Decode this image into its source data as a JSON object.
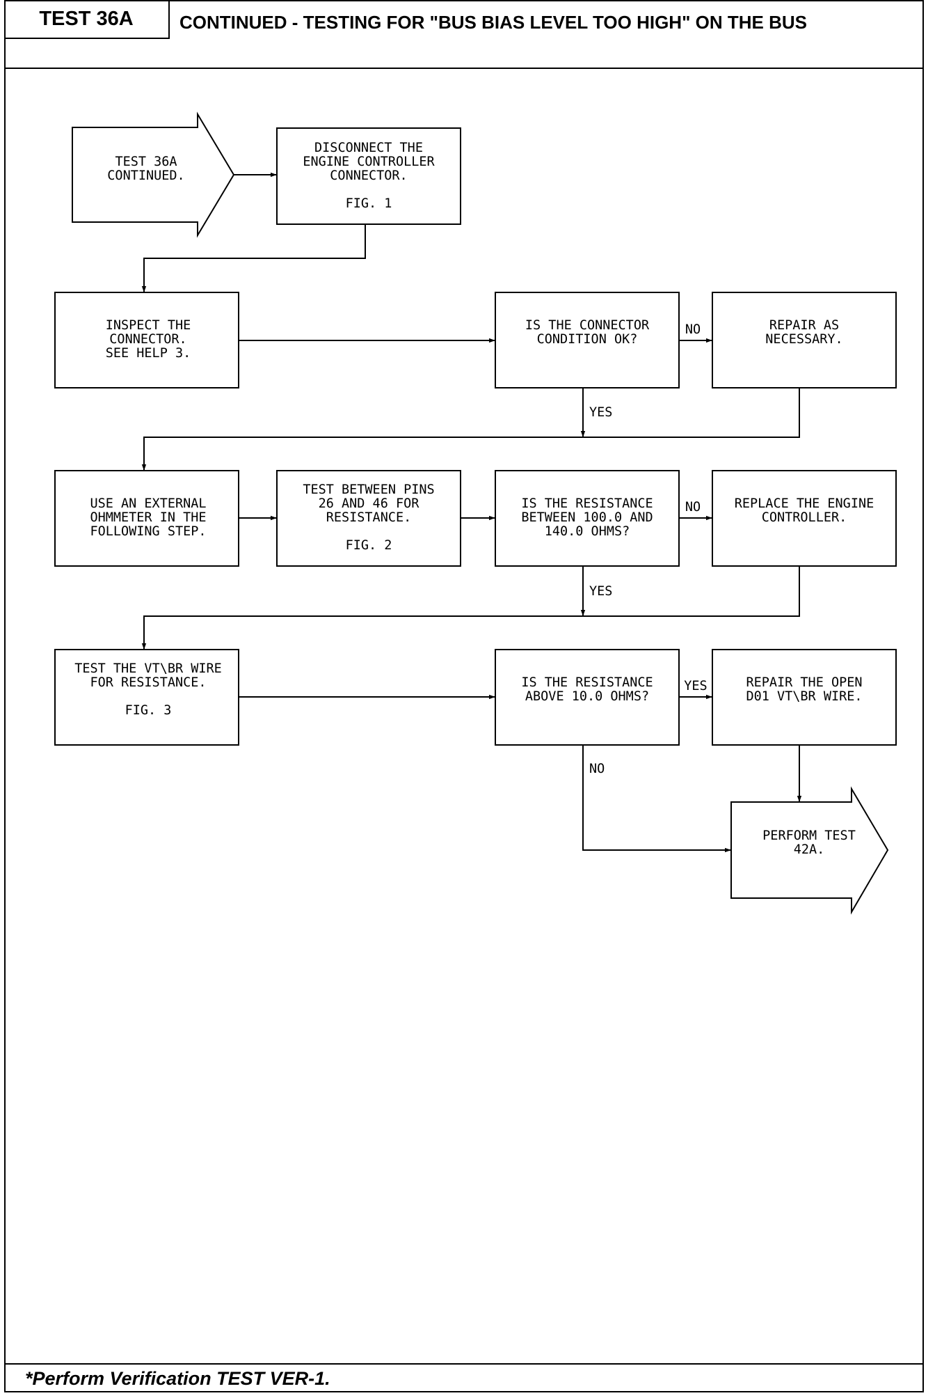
{
  "header": {
    "test_id": "TEST 36A",
    "title": "CONTINUED - TESTING FOR \"BUS BIAS LEVEL TOO HIGH\" ON THE BUS"
  },
  "footer": {
    "note": "*Perform Verification TEST VER-1."
  },
  "flowchart": {
    "nodes": {
      "start": [
        "TEST 36A",
        "CONTINUED."
      ],
      "disconnect": [
        "DISCONNECT THE",
        "ENGINE CONTROLLER",
        "CONNECTOR.",
        "",
        "FIG. 1"
      ],
      "inspect": [
        "INSPECT THE",
        "CONNECTOR.",
        "SEE HELP 3."
      ],
      "connector_ok": [
        "IS THE CONNECTOR",
        "CONDITION OK?"
      ],
      "repair": [
        "REPAIR AS",
        "NECESSARY."
      ],
      "ohmmeter": [
        "USE AN EXTERNAL",
        "OHMMETER IN THE",
        "FOLLOWING STEP."
      ],
      "test_pins": [
        "TEST BETWEEN PINS",
        "26 AND 46 FOR",
        "RESISTANCE.",
        "",
        "FIG. 2"
      ],
      "resistance_range": [
        "IS THE RESISTANCE",
        "BETWEEN 100.0 AND",
        "140.0 OHMS?"
      ],
      "replace_controller": [
        "REPLACE THE ENGINE",
        "CONTROLLER."
      ],
      "test_wire": [
        "TEST THE VT\\BR WIRE",
        "FOR RESISTANCE.",
        "",
        "FIG. 3"
      ],
      "resistance_above": [
        "IS THE RESISTANCE",
        "ABOVE 10.0 OHMS?"
      ],
      "repair_open": [
        "REPAIR THE OPEN",
        "D01 VT\\BR WIRE."
      ],
      "perform_test": [
        "PERFORM TEST",
        "42A."
      ]
    },
    "edge_labels": {
      "ok_no": "NO",
      "ok_yes": "YES",
      "range_no": "NO",
      "range_yes": "YES",
      "above_yes": "YES",
      "above_no": "NO"
    }
  }
}
